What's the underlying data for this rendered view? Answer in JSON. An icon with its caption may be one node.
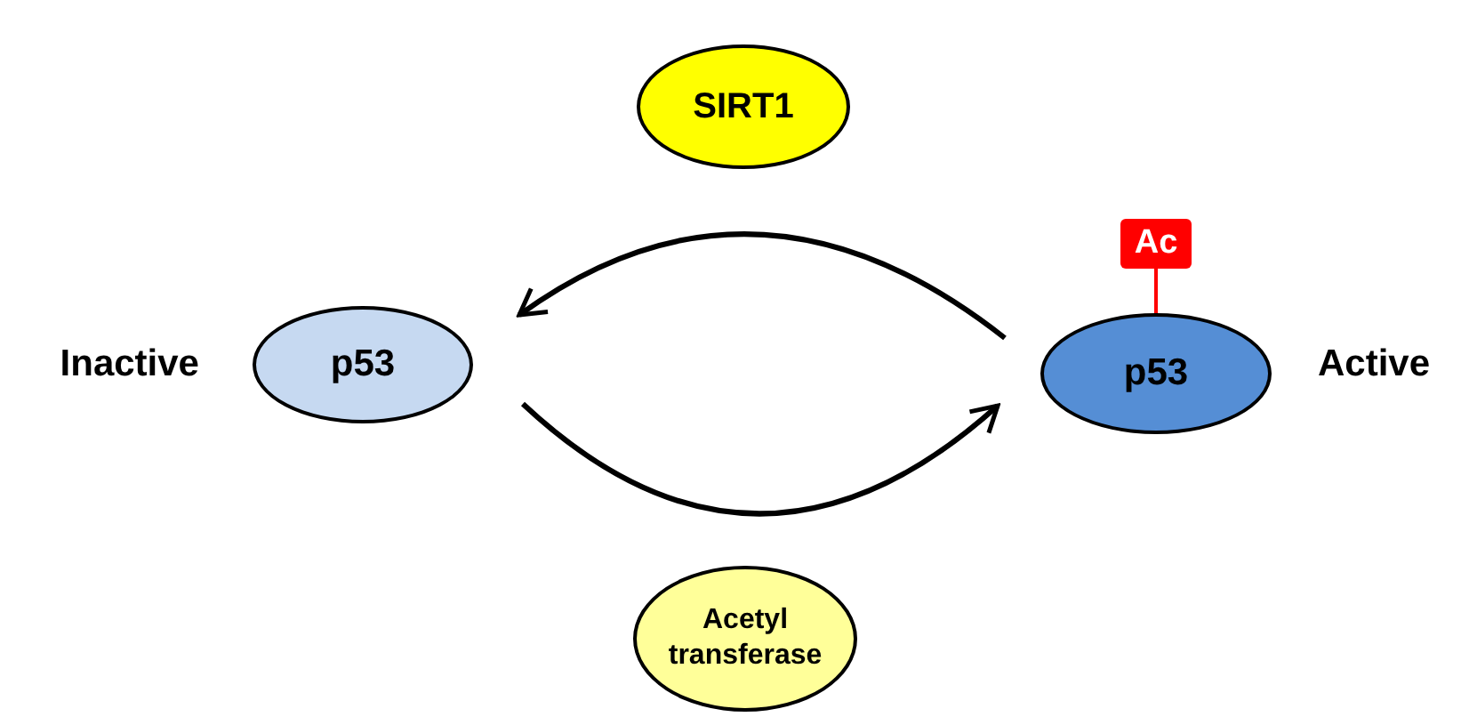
{
  "diagram": {
    "nodes": [
      {
        "text": [
          "SIRT1"
        ]
      },
      {
        "text": [
          "p53"
        ],
        "beside": [
          "Inactive"
        ]
      },
      {
        "text": [
          "p53"
        ],
        "beside": [
          "Active"
        ]
      },
      {
        "text": [
          "Ac"
        ]
      },
      {
        "text": [
          "Acetyl transferase"
        ]
      }
    ],
    "edges": [
      {
        "from": 2,
        "to": 1,
        "arrow": "to"
      },
      {
        "from": 1,
        "to": 2,
        "arrow": "to"
      },
      {
        "from": 3,
        "to": 2,
        "arrow": "none",
        "color": "#ff0000"
      }
    ]
  }
}
